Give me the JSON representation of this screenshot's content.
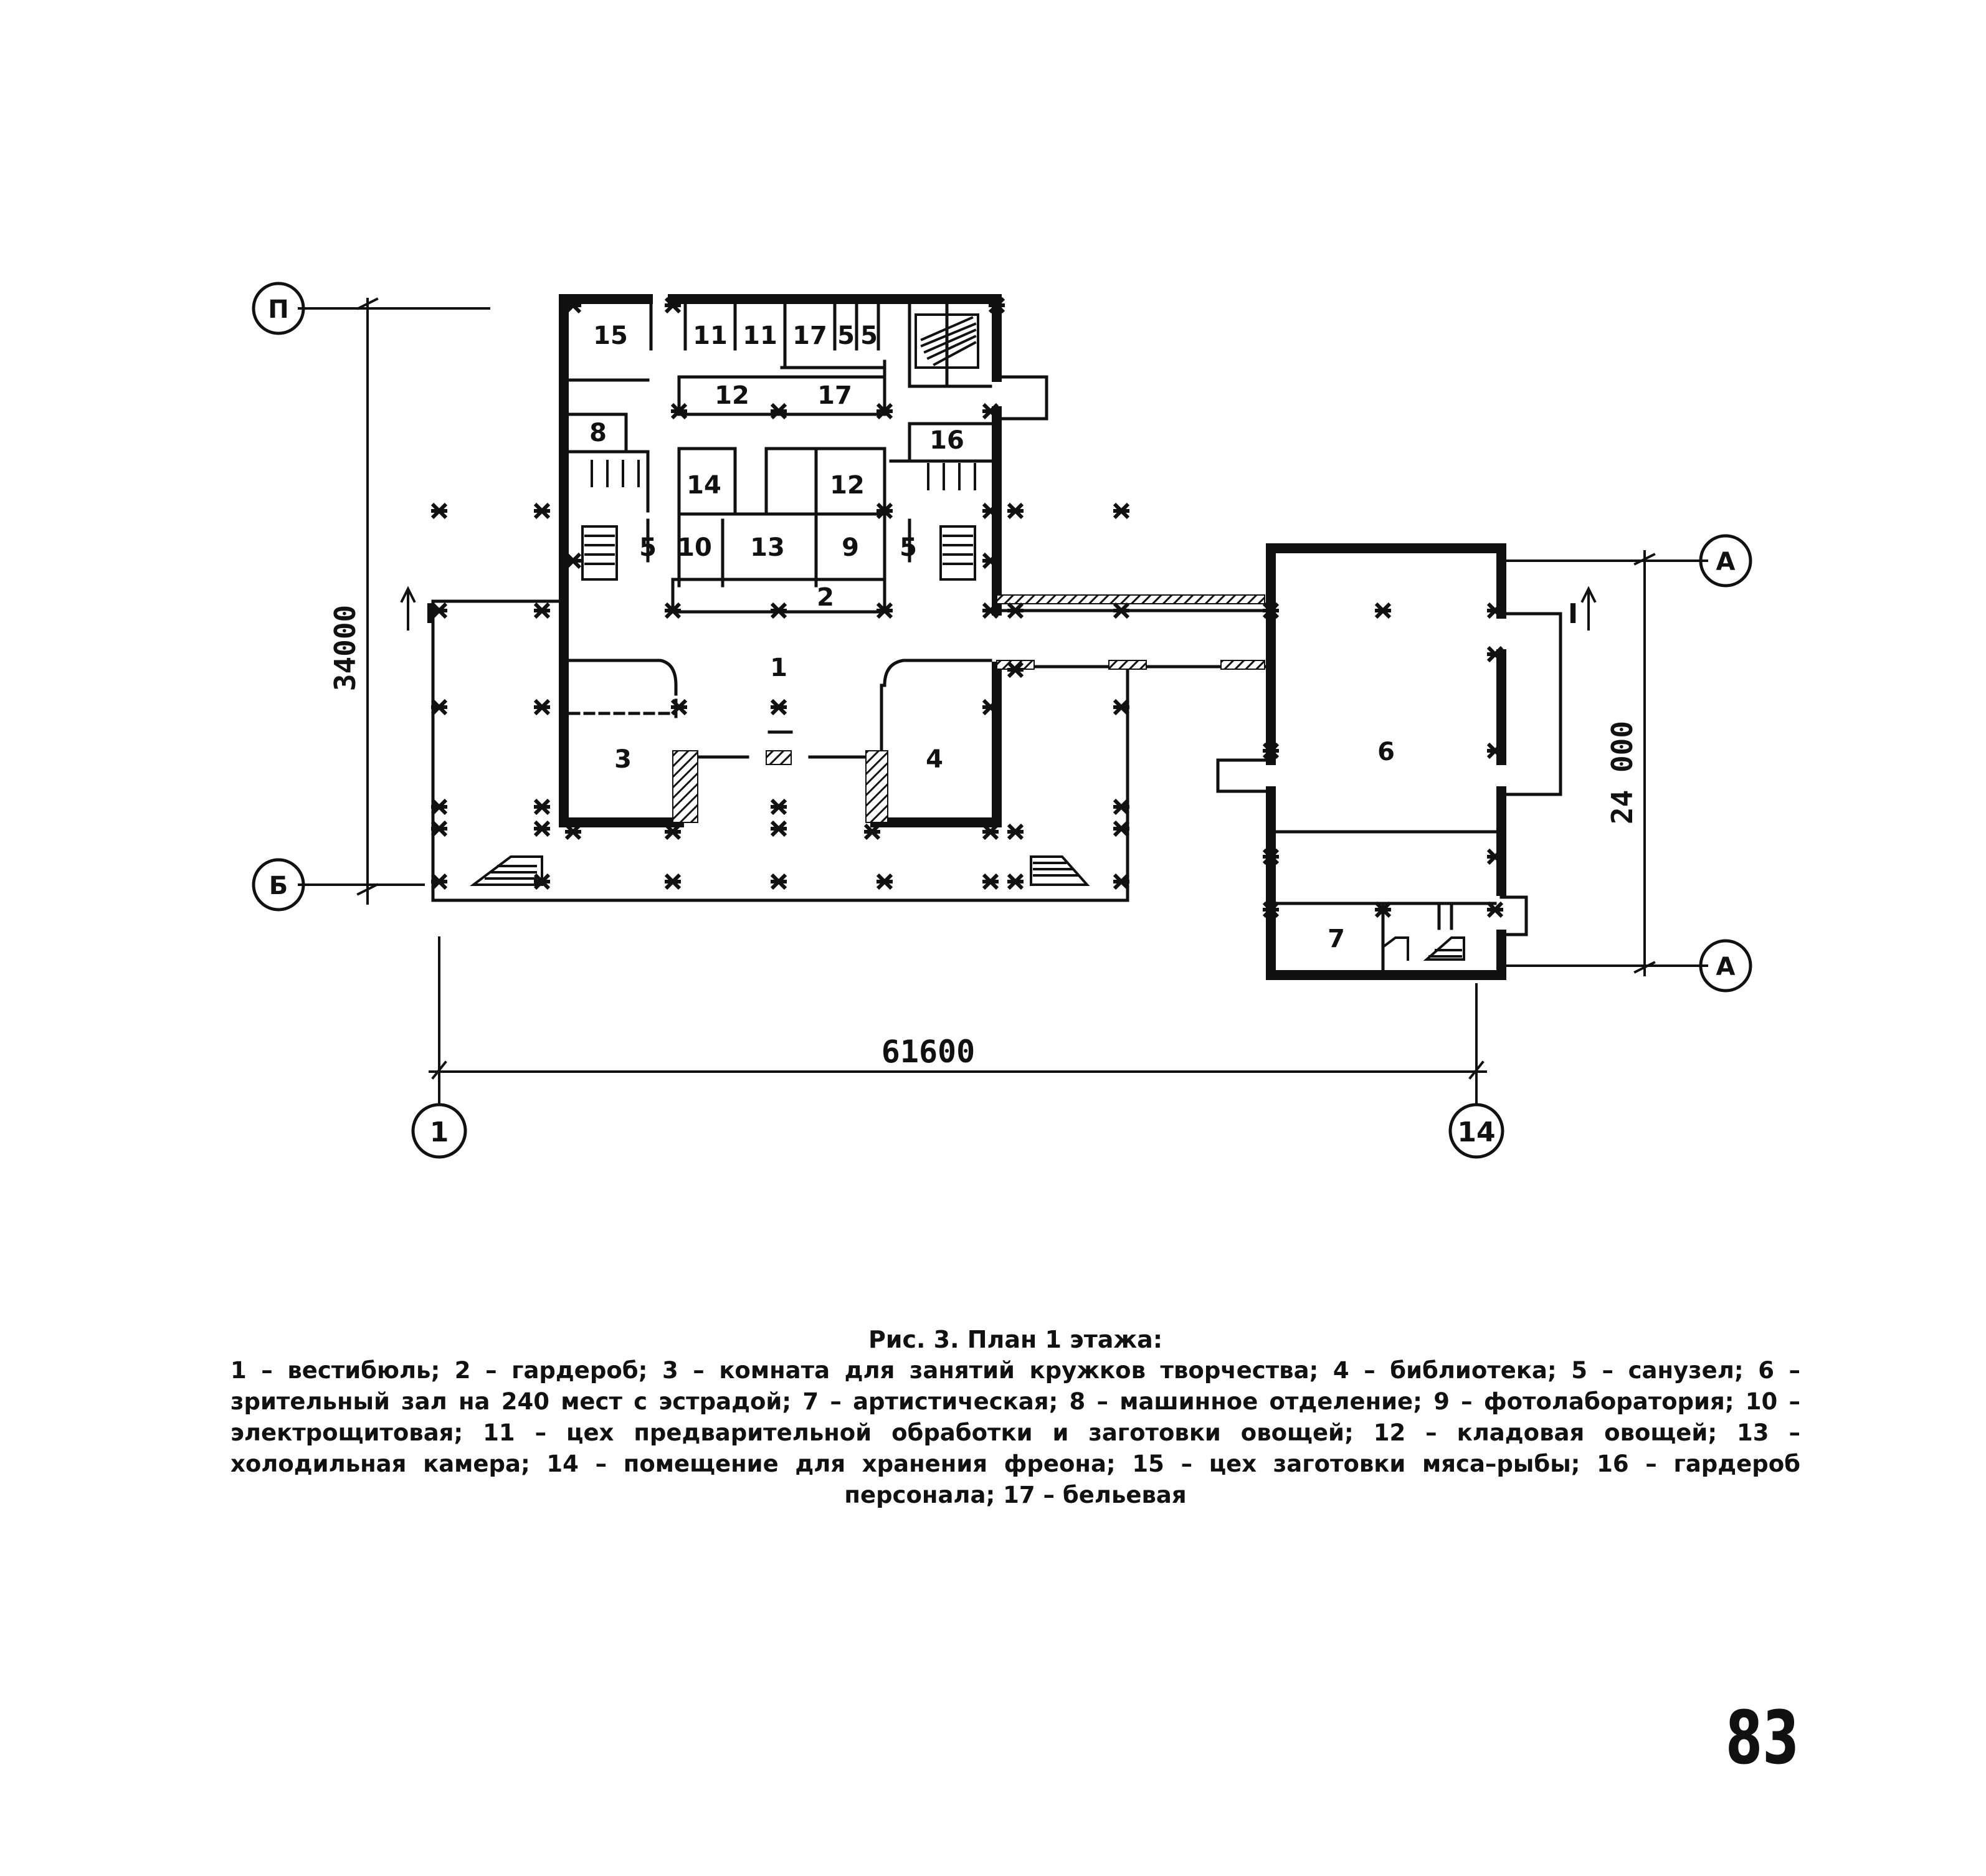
{
  "figure": {
    "caption_title": "Рис. 3. План 1 этажа:",
    "caption_text": "1 – вестибюль; 2 – гардероб; 3 – комната для занятий кружков творчества; 4 – библиотека;  5 – санузел; 6 – зрительный зал на 240 мест с эстрадой; 7 – артистическая; 8 – машинное отделение; 9 – фотолаборатория; 10 – электрощитовая; 11 – цех предварительной обработки и заготовки овощей; 12 – кладовая овощей; 13 – холодильная камера; 14 – помещение для хранения фреона; 15 – цех заготовки мяса–рыбы; 16 – гардероб персонала; 17 – бельевая",
    "page_number": "83"
  },
  "axes": {
    "top_left": "П",
    "mid_left": "Б",
    "right_top": "А",
    "right_bottom": "А",
    "bottom_left": "1",
    "bottom_right": "14"
  },
  "dimensions": {
    "left_vertical": "34000",
    "right_vertical": "24 000",
    "bottom_horizontal": "61600"
  },
  "section_marks": {
    "left": "I",
    "right": "I"
  },
  "rooms": {
    "r15": "15",
    "r11a": "11",
    "r11b": "11",
    "r17a": "17",
    "r5a": "5",
    "r5b": "5",
    "r12a": "12",
    "r17b": "17",
    "r8": "8",
    "r16": "16",
    "r14": "14",
    "r12b": "12",
    "r5c": "5",
    "r10": "10",
    "r13": "13",
    "r9": "9",
    "r5d": "5",
    "r2": "2",
    "r1": "1",
    "r3": "3",
    "r4": "4",
    "r6": "6",
    "r7": "7"
  }
}
